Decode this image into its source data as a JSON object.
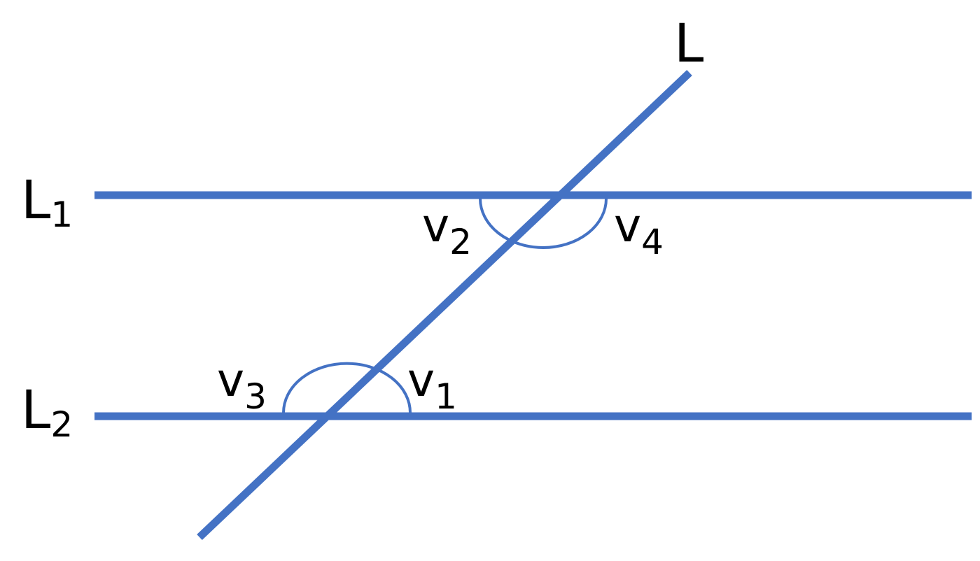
{
  "diagram": {
    "lines": {
      "transversal": "L",
      "l1": {
        "base": "L",
        "sub": "1"
      },
      "l2": {
        "base": "L",
        "sub": "2"
      }
    },
    "angles": {
      "v1": {
        "base": "v",
        "sub": "1"
      },
      "v2": {
        "base": "v",
        "sub": "2"
      },
      "v3": {
        "base": "v",
        "sub": "3"
      },
      "v4": {
        "base": "v",
        "sub": "4"
      }
    },
    "colors": {
      "line": "#4472C4",
      "text": "#000000",
      "background": "#FFFFFF"
    }
  }
}
